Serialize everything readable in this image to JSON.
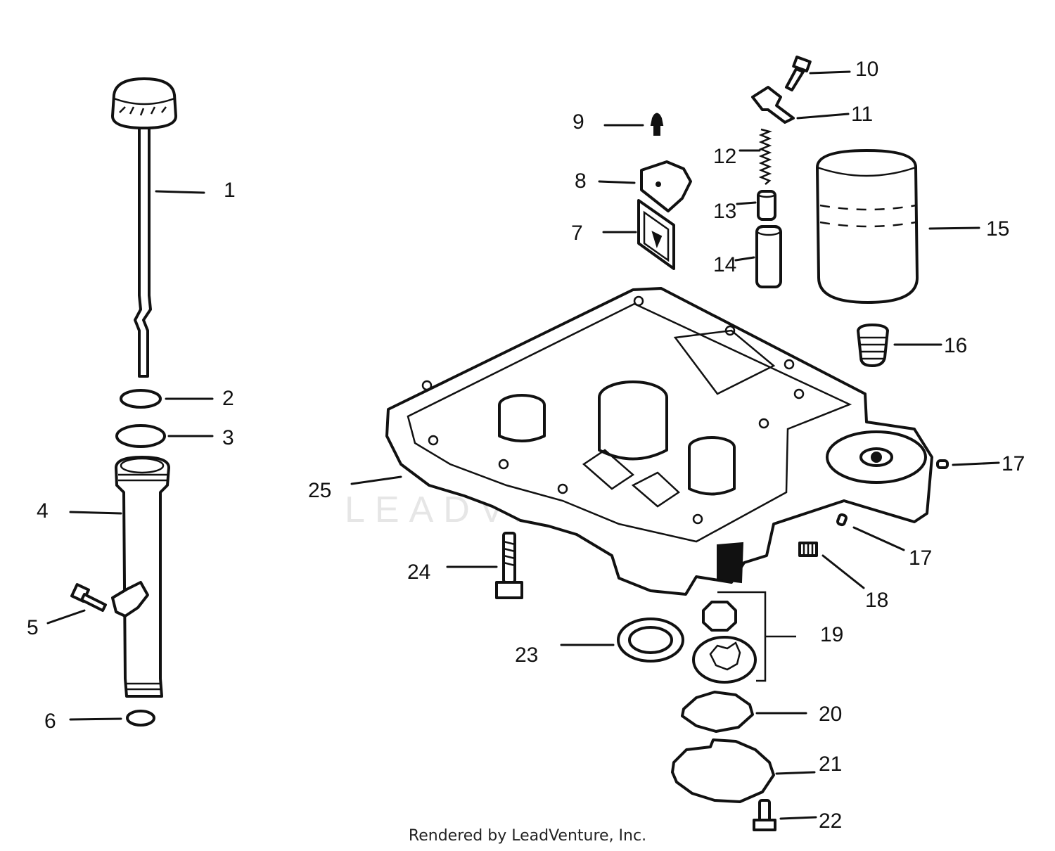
{
  "watermark": "LEADVENTURE",
  "footer": "Rendered by LeadVenture, Inc.",
  "callouts": [
    "1",
    "2",
    "3",
    "4",
    "5",
    "6",
    "7",
    "8",
    "9",
    "10",
    "11",
    "12",
    "13",
    "14",
    "15",
    "16",
    "17",
    "17",
    "18",
    "19",
    "20",
    "21",
    "22",
    "23",
    "24",
    "25"
  ]
}
